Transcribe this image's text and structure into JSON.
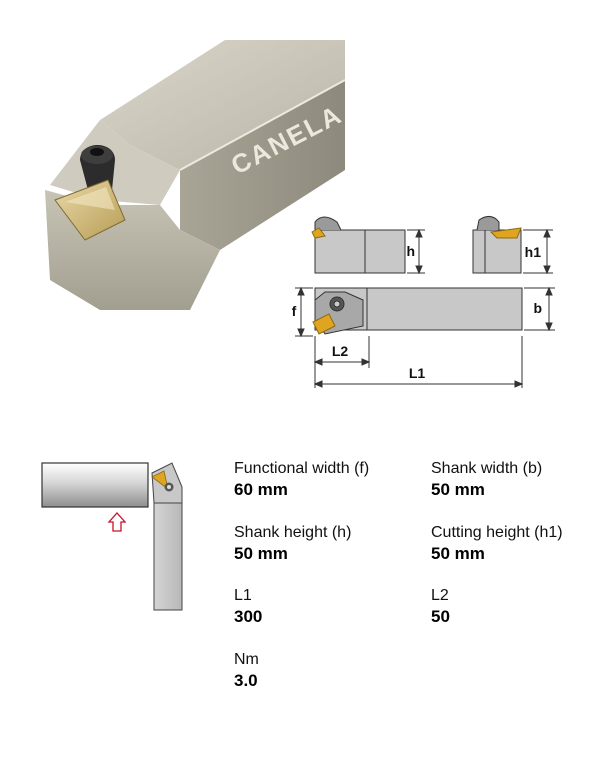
{
  "product_photo": {
    "brand": "CANELA"
  },
  "technical_drawing": {
    "labels": {
      "h": "h",
      "h1": "h1",
      "f": "f",
      "b": "b",
      "L1": "L1",
      "L2": "L2"
    }
  },
  "specs": [
    {
      "label": "Functional width (f)",
      "value": "60 mm"
    },
    {
      "label": "Shank width (b)",
      "value": "50 mm"
    },
    {
      "label": "Shank height (h)",
      "value": "50 mm"
    },
    {
      "label": "Cutting height (h1)",
      "value": "50 mm"
    },
    {
      "label": "L1",
      "value": "300"
    },
    {
      "label": "L2",
      "value": "50"
    },
    {
      "label": "Nm",
      "value": "3.0"
    }
  ],
  "colors": {
    "insert_gold": "#e0a520",
    "body_gray": "#c8c8c8",
    "outline": "#333333",
    "arrow_red": "#c8102e"
  }
}
